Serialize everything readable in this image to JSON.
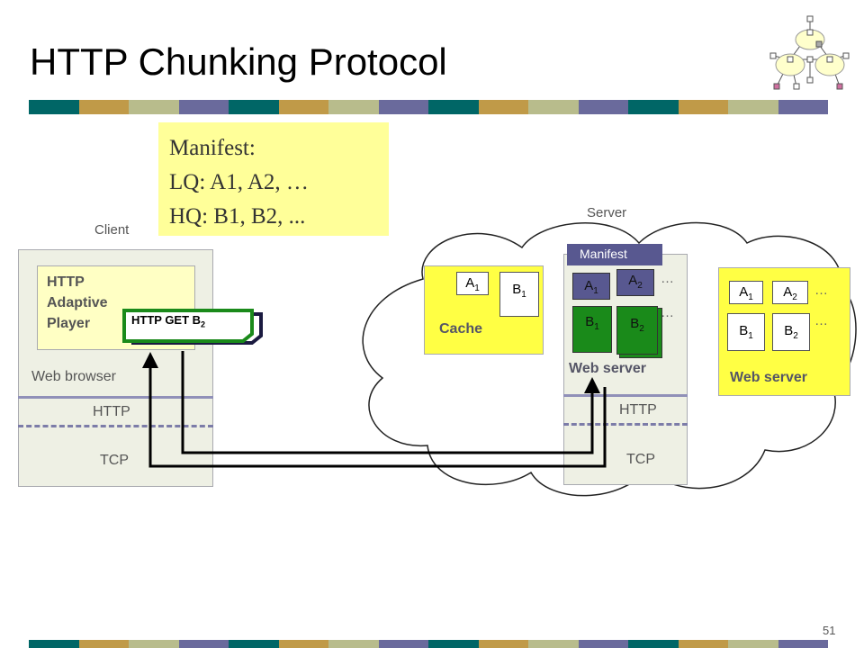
{
  "title": "HTTP Chunking Protocol",
  "manifest_note": {
    "line1": "Manifest:",
    "line2": "LQ: A1, A2, …",
    "line3": "HQ: B1, B2, ..."
  },
  "client": {
    "label": "Client",
    "player_line1": "HTTP",
    "player_line2": "Adaptive",
    "player_line3": "Player",
    "browser": "Web browser",
    "http": "HTTP",
    "tcp": "TCP"
  },
  "request": {
    "text": "HTTP GET B",
    "sub": "2"
  },
  "server_label": "Server",
  "cache": {
    "label": "Cache",
    "chunk_a": "A",
    "chunk_a_sub": "1",
    "chunk_b": "B",
    "chunk_b_sub": "1"
  },
  "origin_server": {
    "manifest": "Manifest",
    "a1": "A",
    "a1_sub": "1",
    "a2": "A",
    "a2_sub": "2",
    "b1": "B",
    "b1_sub": "1",
    "b2": "B",
    "b2_sub": "2",
    "ellipsis": "…",
    "label": "Web server",
    "http": "HTTP",
    "tcp": "TCP"
  },
  "second_server": {
    "a1": "A",
    "a1_sub": "1",
    "a2": "A",
    "a2_sub": "2",
    "b1": "B",
    "b1_sub": "1",
    "b2": "B",
    "b2_sub": "2",
    "ellipsis": "…",
    "label": "Web server"
  },
  "page_number": "51",
  "colors": {
    "teal": "#006666",
    "gold": "#c09a48",
    "olive": "#b8bc8c",
    "purple": "#6a6a9c",
    "note": "#ffff99",
    "green_chunk": "#1a8a1a",
    "purple_chunk": "#585890"
  }
}
